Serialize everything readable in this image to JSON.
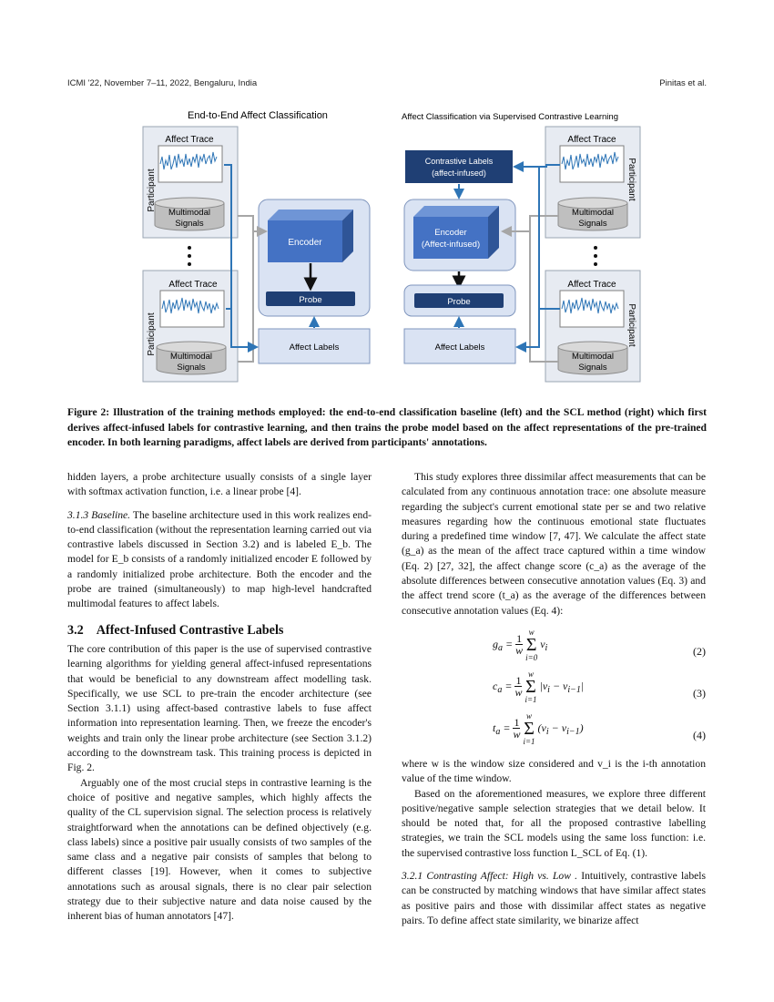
{
  "header": {
    "left": "ICMI '22, November 7–11, 2022, Bengaluru, India",
    "right": "Pinitas et al."
  },
  "figure": {
    "left_title": "End-to-End Affect Classification",
    "right_title": "Affect Classification via Supervised Contrastive Learning",
    "affect_trace": "Affect Trace",
    "participant": "Participant",
    "multimodal_1": "Multimodal",
    "multimodal_2": "Signals",
    "encoder": "Encoder",
    "encoder_ai_1": "Encoder",
    "encoder_ai_2": "(Affect-infused)",
    "probe": "Probe",
    "affect_labels": "Affect Labels",
    "contrastive_1": "Contrastive Labels",
    "contrastive_2": "(affect-infused)",
    "colors": {
      "dark_blue": "#1f3f74",
      "mid_blue": "#4472c4",
      "light_blue": "#dae3f3",
      "arrow_blue": "#2e75b6",
      "grey": "#a6a6a6"
    }
  },
  "caption": "Figure 2: Illustration of the training methods employed: the end-to-end classification baseline (left) and the SCL method (right) which first derives affect-infused labels for contrastive learning, and then trains the probe model based on the affect representations of the pre-trained encoder. In both learning paradigms, affect labels are derived from participants' annotations.",
  "left_col": {
    "p0": "hidden layers, a probe architecture usually consists of a single layer with softmax activation function, i.e. a linear probe [4].",
    "s313_title": "3.1.3   Baseline.",
    "s313_text": " The baseline architecture used in this work realizes end-to-end classification (without the representation learning carried out via contrastive labels discussed in Section 3.2) and is labeled E_b. The model for E_b consists of a randomly initialized encoder E followed by a randomly initialized probe architecture. Both the encoder and the probe are trained (simultaneously) to map high-level handcrafted multimodal features to affect labels.",
    "s32_num": "3.2",
    "s32_title": "Affect-Infused Contrastive Labels",
    "p1": "The core contribution of this paper is the use of supervised contrastive learning algorithms for yielding general affect-infused representations that would be beneficial to any downstream affect modelling task. Specifically, we use SCL to pre-train the encoder architecture (see Section 3.1.1) using affect-based contrastive labels to fuse affect information into representation learning. Then, we freeze the encoder's weights and train only the linear probe architecture (see Section 3.1.2) according to the downstream task. This training process is depicted in Fig. 2.",
    "p2": "Arguably one of the most crucial steps in contrastive learning is the choice of positive and negative samples, which highly affects the quality of the CL supervision signal. The selection process is relatively straightforward when the annotations can be defined objectively (e.g. class labels) since a positive pair usually consists of two samples of the same class and a negative pair consists of samples that belong to different classes [19]. However, when it comes to subjective annotations such as arousal signals, there is no clear pair selection strategy due to their subjective nature and data noise caused by the inherent bias of human annotators [47]."
  },
  "right_col": {
    "p1": "This study explores three dissimilar affect measurements that can be calculated from any continuous annotation trace: one absolute measure regarding the subject's current emotional state per se and two relative measures regarding how the continuous emotional state fluctuates during a predefined time window [7, 47]. We calculate the affect state (g_a) as the mean of the affect trace captured within a time window (Eq. 2) [27, 32], the affect change score (c_a) as the average of the absolute differences between consecutive annotation values (Eq. 3) and the affect trend score (t_a) as the average of the differences between consecutive annotation values (Eq. 4):",
    "eq2_num": "(2)",
    "eq3_num": "(3)",
    "eq4_num": "(4)",
    "p2": "where w is the window size considered and v_i is the i-th annotation value of the time window.",
    "p3": "Based on the aforementioned measures, we explore three different positive/negative sample selection strategies that we detail below. It should be noted that, for all the proposed contrastive labelling strategies, we train the SCL models using the same loss function: i.e. the supervised contrastive loss function L_SCL of Eq. (1).",
    "s321_title": "3.2.1   Contrasting Affect: High vs. Low .",
    "s321_text": " Intuitively, contrastive labels can be constructed by matching windows that have similar affect states as positive pairs and those with dissimilar affect states as negative pairs. To define affect state similarity, we binarize affect"
  }
}
